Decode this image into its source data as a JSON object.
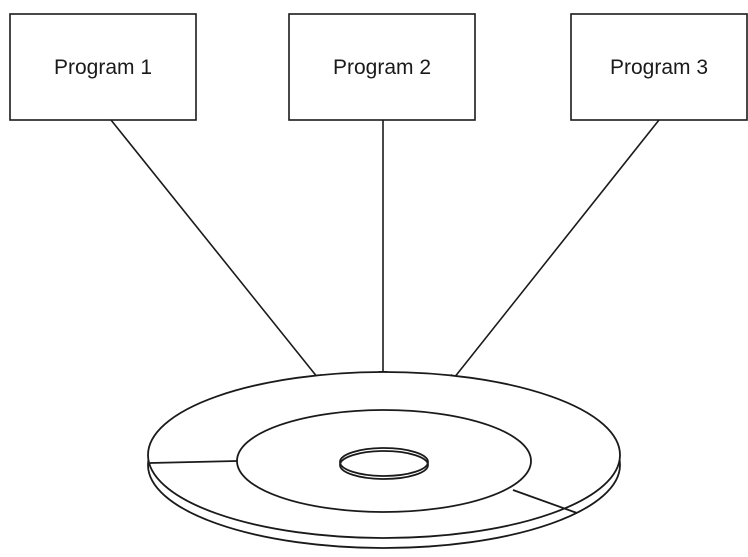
{
  "programs": [
    {
      "label": "Program 1"
    },
    {
      "label": "Program 2"
    },
    {
      "label": "Program 3"
    }
  ],
  "colors": {
    "line": "#1a1a1a",
    "fill": "#ffffff"
  }
}
